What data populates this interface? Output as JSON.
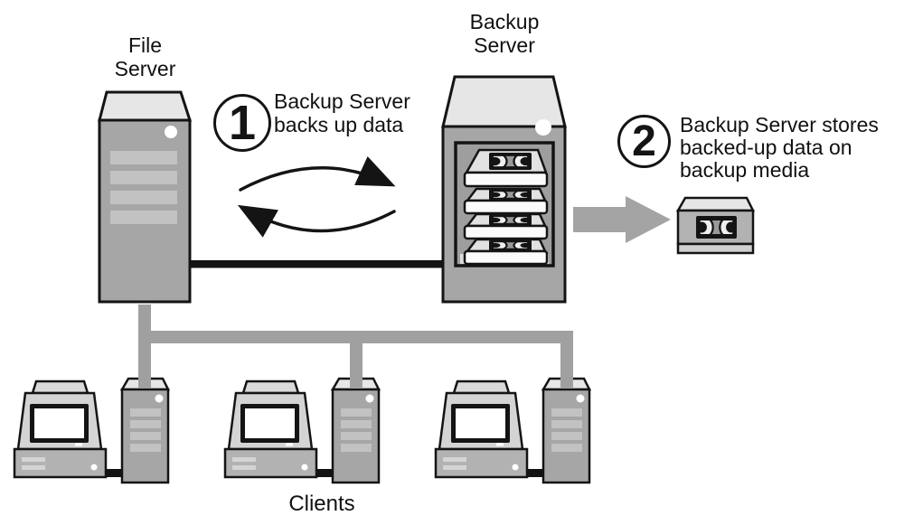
{
  "diagram": {
    "labels": {
      "file_server": "File\nServer",
      "backup_server": "Backup\nServer",
      "clients": "Clients"
    },
    "steps": [
      {
        "number": "1",
        "text": "Backup Server\nbacks up data"
      },
      {
        "number": "2",
        "text": "Backup Server stores\nbacked-up data on\nbackup media"
      }
    ],
    "icons": {
      "cycle_arrows": "two curved exchange arrows between File Server and Backup Server",
      "transfer_arrow": "gray block arrow from Backup Server to backup media",
      "backup_media": "tape-cartridge",
      "tape_library": "stack of four tape drives inside Backup Server",
      "clients": "three desktop computer + tower pairs on a network bus"
    },
    "colors": {
      "background": "#ffffff",
      "outline": "#141414",
      "tower_body": "#a6a6a6",
      "bevel_top": "#e6e6e6",
      "vents": "#c2c2c2",
      "connector_gray": "#a0a0a0",
      "block_arrow": "#a4a4a4",
      "monitor_body": "#d4d4d4",
      "base_body": "#b2b2b2",
      "drive_front": "#fbfbfb",
      "text": "#111111"
    }
  }
}
